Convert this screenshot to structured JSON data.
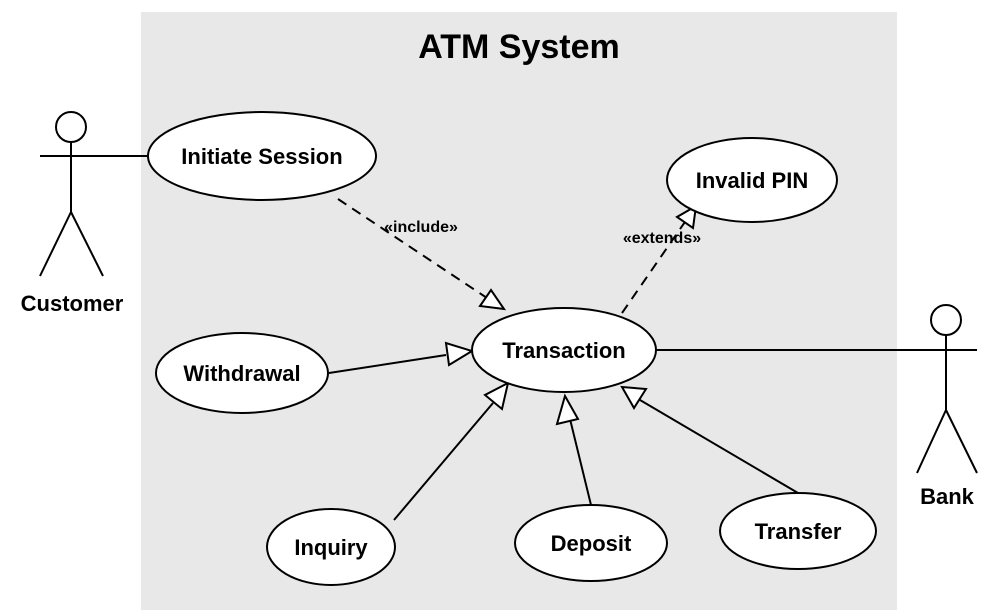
{
  "system": {
    "title": "ATM System",
    "background": "#e8e8e8"
  },
  "actors": {
    "customer": "Customer",
    "bank": "Bank"
  },
  "use_cases": {
    "initiate_session": "Initiate Session",
    "invalid_pin": "Invalid PIN",
    "transaction": "Transaction",
    "withdrawal": "Withdrawal",
    "inquiry": "Inquiry",
    "deposit": "Deposit",
    "transfer": "Transfer"
  },
  "relationships": {
    "include": "«include»",
    "extends": "«extends»"
  }
}
